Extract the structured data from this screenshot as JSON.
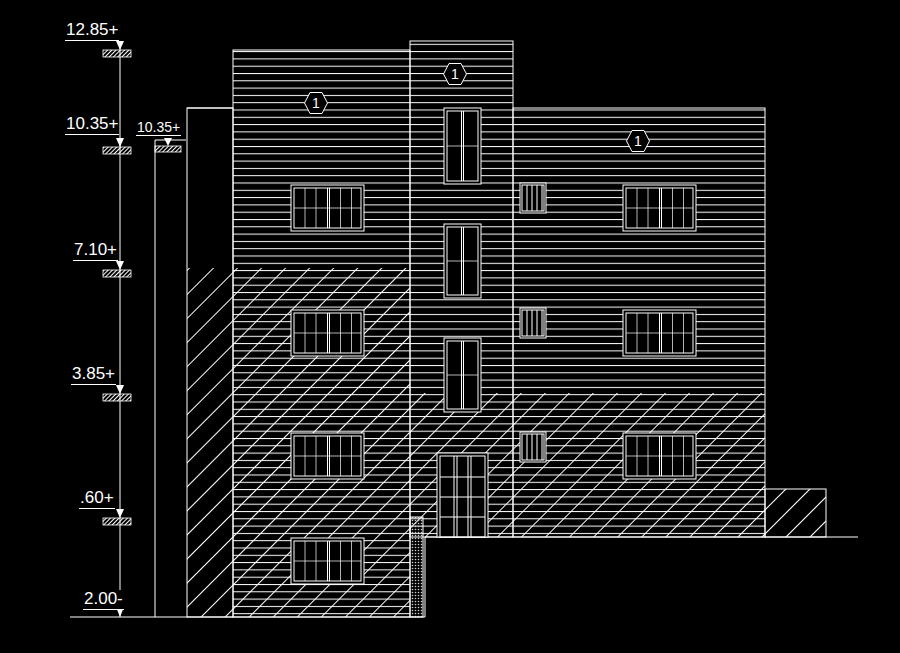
{
  "diagram": {
    "nodes": [
      {
        "text": [
          "1"
        ]
      },
      {
        "text": [
          "1"
        ]
      },
      {
        "text": [
          "1"
        ]
      }
    ],
    "labels": [
      "12.85+",
      "10.35+",
      "10.35+",
      "7.10+",
      "3.85+",
      ".60+",
      "2.00-"
    ]
  }
}
